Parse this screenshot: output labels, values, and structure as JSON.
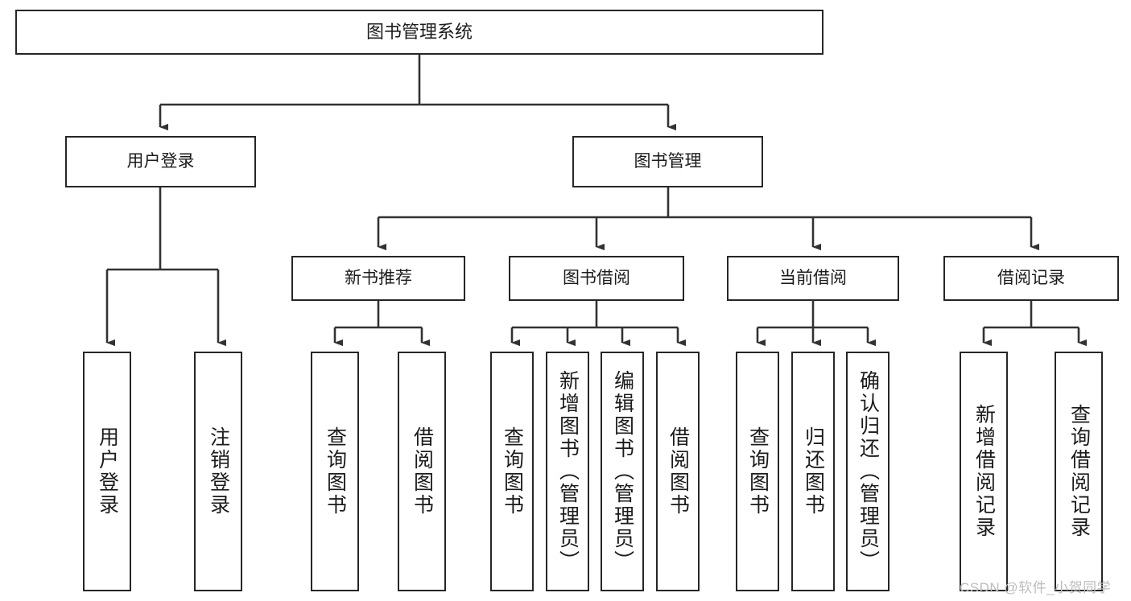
{
  "diagram": {
    "title": "图书管理系统",
    "type": "tree-hierarchy-diagram",
    "colors": {
      "stroke": "#262626",
      "fill": "#ffffff",
      "text": "#1b1b1b",
      "watermark": "#bdbdbd"
    },
    "root": {
      "label": "图书管理系统"
    },
    "level2": [
      {
        "label": "用户登录"
      },
      {
        "label": "图书管理"
      }
    ],
    "level3": [
      {
        "label": "新书推荐"
      },
      {
        "label": "图书借阅"
      },
      {
        "label": "当前借阅"
      },
      {
        "label": "借阅记录"
      }
    ],
    "leaves": [
      {
        "label": "用户登录",
        "parent": "用户登录"
      },
      {
        "label": "注销登录",
        "parent": "用户登录"
      },
      {
        "label": "查询图书",
        "parent": "新书推荐"
      },
      {
        "label": "借阅图书",
        "parent": "新书推荐"
      },
      {
        "label": "查询图书",
        "parent": "图书借阅"
      },
      {
        "label": "新增图书（管理员）",
        "parent": "图书借阅"
      },
      {
        "label": "编辑图书（管理员）",
        "parent": "图书借阅"
      },
      {
        "label": "借阅图书",
        "parent": "图书借阅"
      },
      {
        "label": "查询图书",
        "parent": "当前借阅"
      },
      {
        "label": "归还图书",
        "parent": "当前借阅"
      },
      {
        "label": "确认归还（管理员）",
        "parent": "当前借阅"
      },
      {
        "label": "新增借阅记录",
        "parent": "借阅记录"
      },
      {
        "label": "查询借阅记录",
        "parent": "借阅记录"
      }
    ],
    "watermark": "CSDN @软件_小贺同学"
  }
}
